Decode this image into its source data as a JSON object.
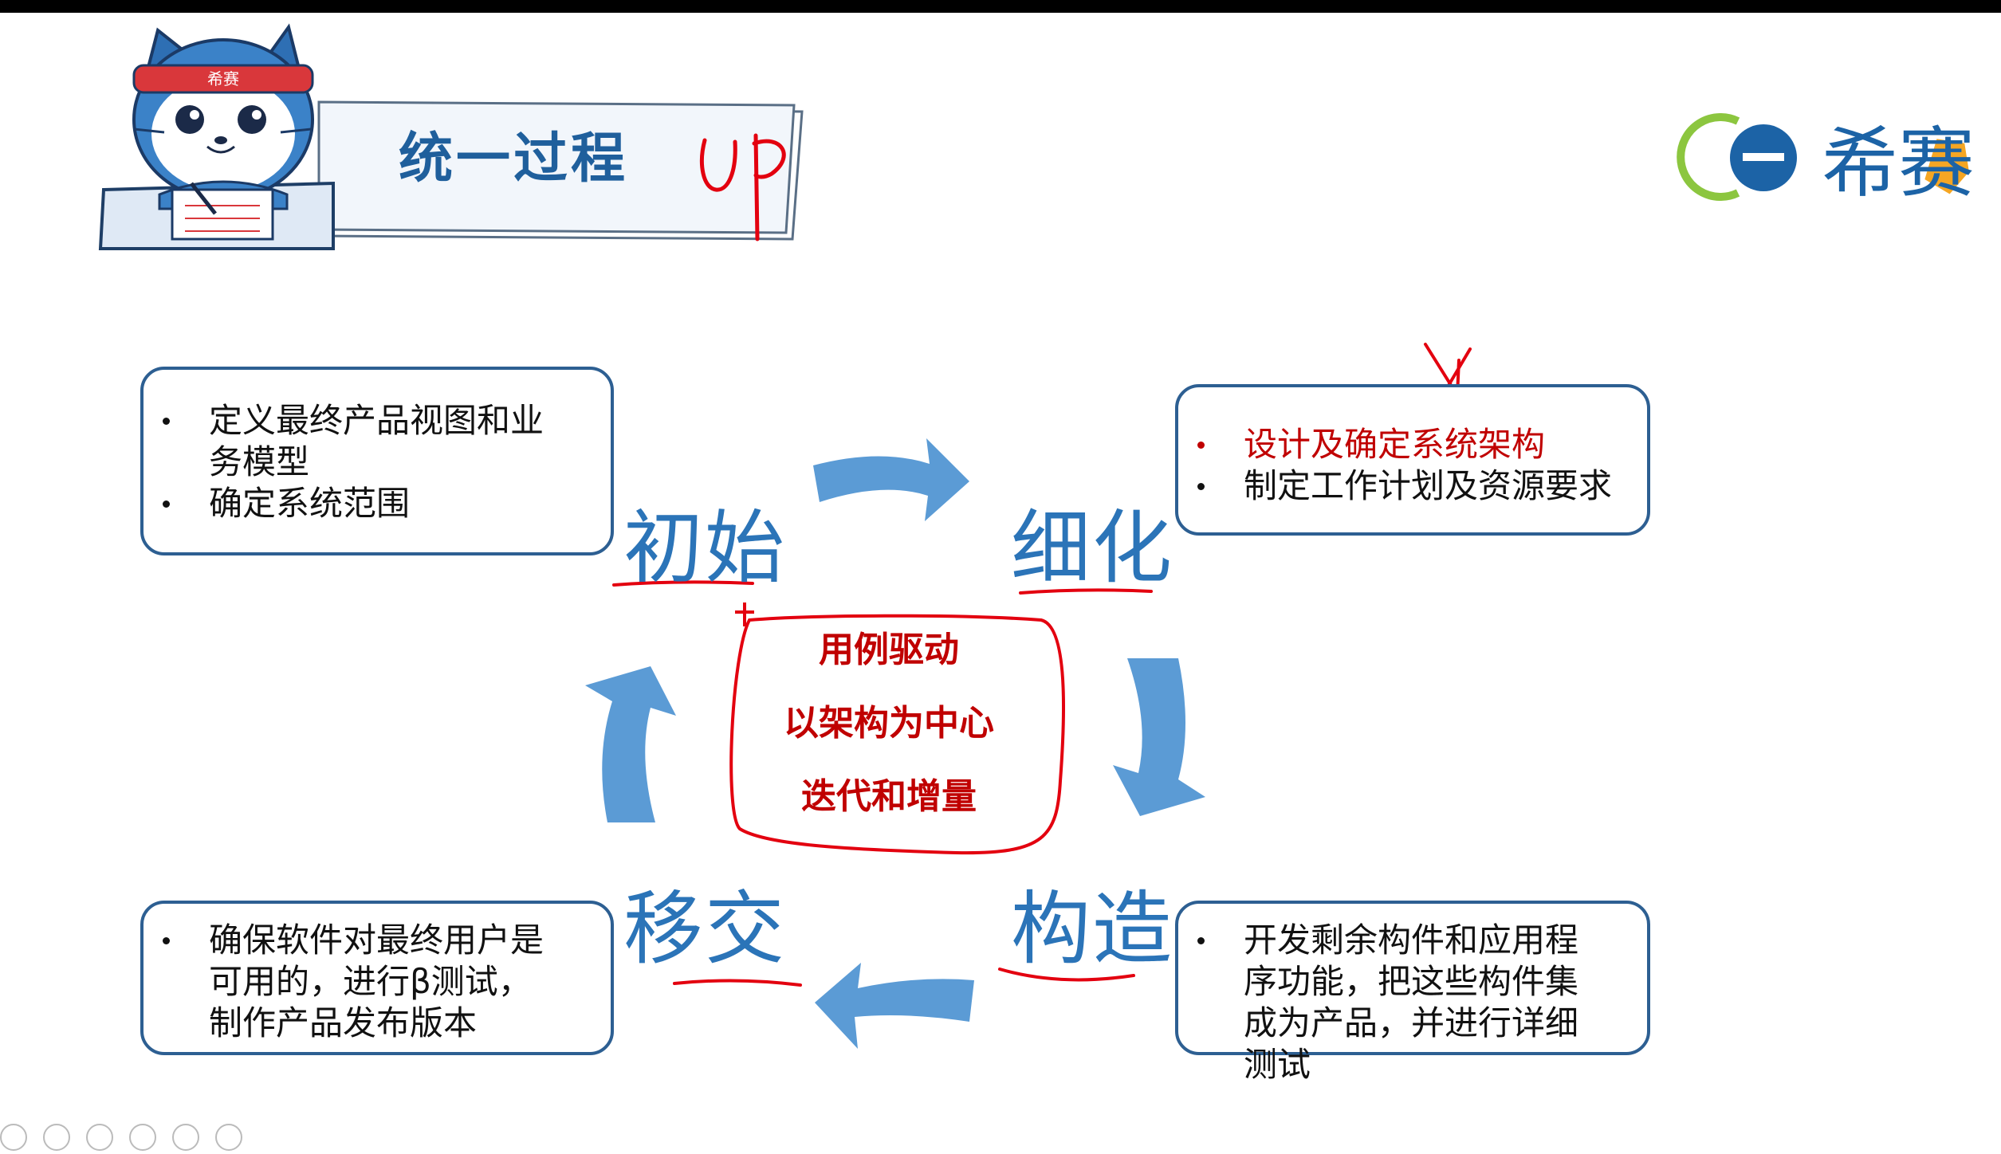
{
  "slide": {
    "title": "统一过程",
    "handwritten_tag": "UP",
    "brand": {
      "mascot_band_text": "希赛",
      "logo_text": "希赛"
    }
  },
  "phases": [
    {
      "name": "初始",
      "bullets": [
        "定义最终产品视图和业务模型",
        "确定系统范围"
      ]
    },
    {
      "name": "细化",
      "bullets": [
        "设计及确定系统架构",
        "制定工作计划及资源要求"
      ]
    },
    {
      "name": "构造",
      "bullets": [
        "开发剩余构件和应用程序功能，把这些构件集成为产品，并进行详细测试"
      ]
    },
    {
      "name": "移交",
      "bullets": [
        "确保软件对最终用户是可用的，进行β测试，制作产品发布版本"
      ]
    }
  ],
  "center": [
    "用例驱动",
    "以架构为中心",
    "迭代和增量"
  ],
  "colors": {
    "arrow": "#5b9bd5",
    "phase_text": "#2b74b8",
    "box_border": "#2d5f92",
    "highlight": "#c00000",
    "title": "#1f5f9c",
    "ink": "#e3000f"
  }
}
